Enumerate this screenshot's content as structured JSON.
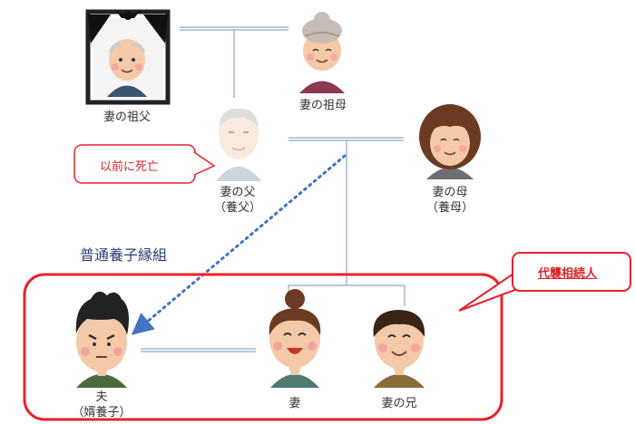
{
  "people": {
    "wife_grandfather": {
      "name": "妻の祖父",
      "sub": ""
    },
    "wife_grandmother": {
      "name": "妻の祖母",
      "sub": ""
    },
    "wife_father": {
      "name": "妻の父",
      "sub": "（養父）"
    },
    "wife_mother": {
      "name": "妻の母",
      "sub": "（養母）"
    },
    "husband": {
      "name": "夫",
      "sub": "（婿養子）"
    },
    "wife": {
      "name": "妻",
      "sub": ""
    },
    "wife_brother": {
      "name": "妻の兄",
      "sub": ""
    }
  },
  "callout_deceased": "以前に死亡",
  "adoption_label": "普通養子縁組",
  "daishu_label": "代襲相続人",
  "colors": {
    "line": "#8fa7c9",
    "red": "#e8232a",
    "arrow": "#4472c4",
    "text": "#333333"
  }
}
